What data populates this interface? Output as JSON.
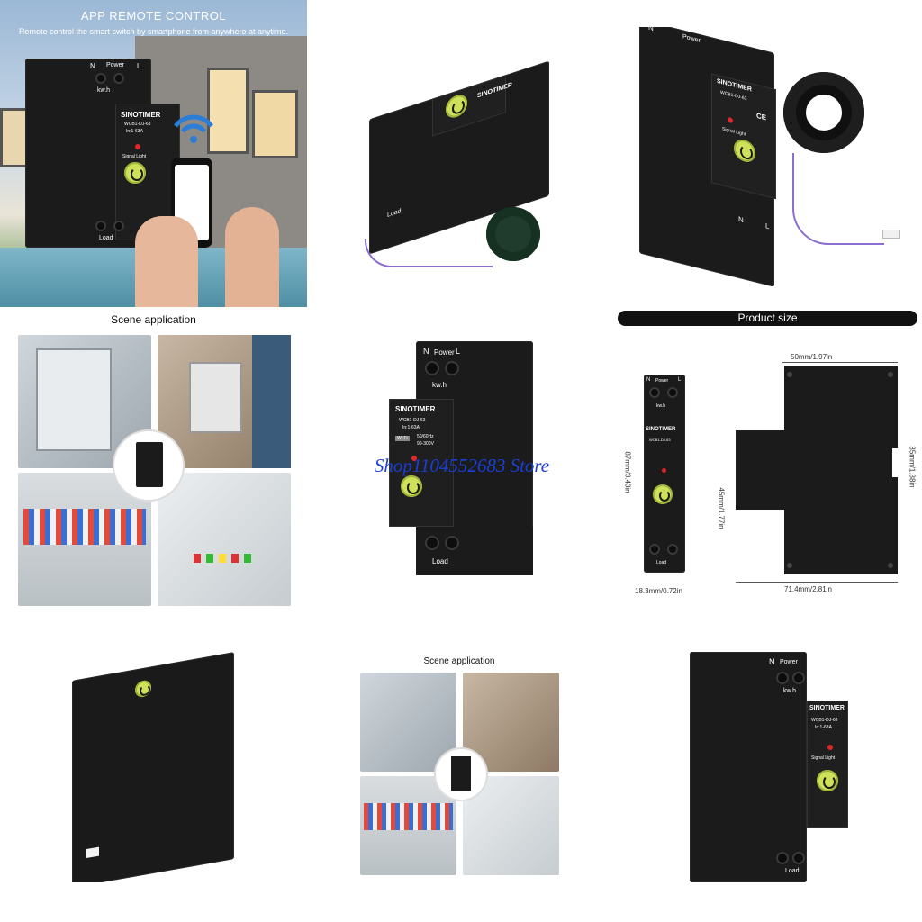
{
  "hero": {
    "title": "APP REMOTE CONTROL",
    "subtitle": "Remote control the smart switch by smartphone from anywhere at anytime."
  },
  "device": {
    "brand": "SINOTIMER",
    "model": "WCB1-DJ-63",
    "rating": "In:1-63A",
    "freq": "50/60Hz",
    "voltage": "90-300V",
    "power_label": "Power",
    "load_label": "Load",
    "kwh_label": "kw.h",
    "signal_label": "Signal Light",
    "terminal_n": "N",
    "terminal_l": "L",
    "wifi_badge": "Wi-Fi",
    "ce_mark": "CE"
  },
  "scene": {
    "title": "Scene application"
  },
  "product_size": {
    "title": "Product size",
    "dim_width_top": "50mm/1.97in",
    "dim_height_left": "87mm/3.43in",
    "dim_inner_height": "45mm/1.77in",
    "dim_right_height": "35mm/1.38in",
    "dim_width_bottom_left": "18.3mm/0.72in",
    "dim_width_bottom_right": "71.4mm/2.81in"
  },
  "watermark": "Shop1104552683 Store",
  "colors": {
    "device_black": "#1b1b1b",
    "power_button": "#cfe05a",
    "led_red": "#e0262a",
    "watermark_blue": "#1a3fd6",
    "banner_black": "#111111"
  }
}
